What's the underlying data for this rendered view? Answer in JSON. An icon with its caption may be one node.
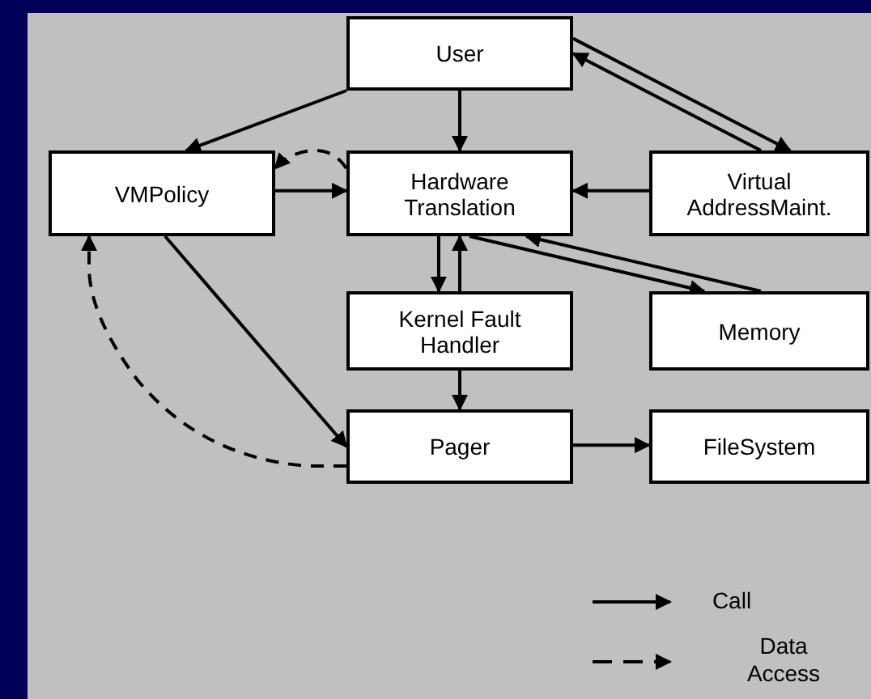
{
  "diagram": {
    "nodes": [
      {
        "text": [
          "User"
        ]
      },
      {
        "text": [
          "VMPolicy"
        ]
      },
      {
        "text": [
          "Hardware Translation"
        ]
      },
      {
        "text": [
          "Virtual AddressMaint."
        ]
      },
      {
        "text": [
          "Kernel Fault Handler"
        ]
      },
      {
        "text": [
          "Memory"
        ]
      },
      {
        "text": [
          "Pager"
        ]
      },
      {
        "text": [
          "FileSystem"
        ]
      }
    ],
    "edges": [
      {
        "from": 0,
        "to": 1,
        "arrow": "to"
      },
      {
        "from": 0,
        "to": 2,
        "arrow": "to"
      },
      {
        "from": 0,
        "to": 3,
        "arrow": "to"
      },
      {
        "from": 3,
        "to": 0,
        "arrow": "to"
      },
      {
        "from": 1,
        "to": 2,
        "arrow": "to"
      },
      {
        "from": 2,
        "to": 1,
        "arrow": "to",
        "style": "dashed"
      },
      {
        "from": 3,
        "to": 2,
        "arrow": "to"
      },
      {
        "from": 2,
        "to": 4,
        "arrow": "to"
      },
      {
        "from": 4,
        "to": 2,
        "arrow": "to"
      },
      {
        "from": 2,
        "to": 5,
        "arrow": "to"
      },
      {
        "from": 5,
        "to": 2,
        "arrow": "to"
      },
      {
        "from": 4,
        "to": 6,
        "arrow": "to"
      },
      {
        "from": 1,
        "to": 6,
        "arrow": "to"
      },
      {
        "from": 6,
        "to": 1,
        "arrow": "to",
        "style": "dashed"
      },
      {
        "from": 6,
        "to": 7,
        "arrow": "to"
      }
    ],
    "legend": [
      {
        "text": "Call"
      },
      {
        "text": "Data Access"
      }
    ]
  }
}
